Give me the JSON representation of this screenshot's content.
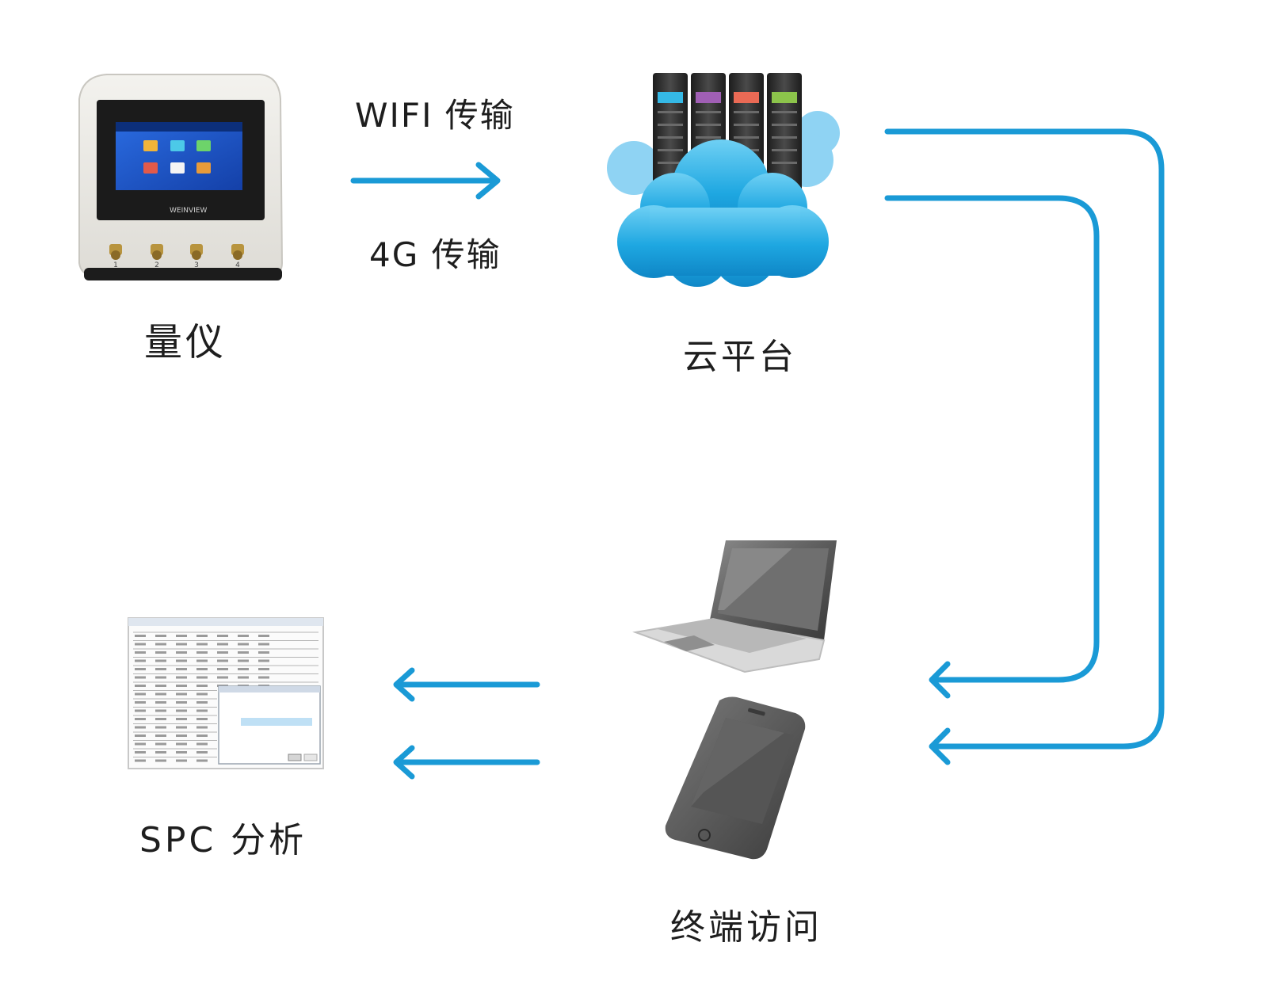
{
  "nodes": {
    "gauge": {
      "label": "量仪",
      "device_brand": "WEINVIEW",
      "port_numbers": [
        "1",
        "2",
        "3",
        "4"
      ]
    },
    "cloud": {
      "label": "云平台"
    },
    "terminals": {
      "label": "终端访问"
    },
    "spc": {
      "label": "SPC 分析"
    }
  },
  "edges": {
    "gauge_to_cloud": {
      "label_top": "WIFI 传输",
      "label_bottom": "4G 传输"
    }
  },
  "colors": {
    "arrow": "#1a9ad6",
    "cloud_fill": "#1ea7e1",
    "cloud_light": "#8fd3f3",
    "server_dark": "#2a2a2a",
    "led_colors": [
      "#35b9e6",
      "#a05fb5",
      "#ea6a55",
      "#8cc44b"
    ],
    "screen_blue": "#1c56c9",
    "device_body": "#ebeae6"
  }
}
